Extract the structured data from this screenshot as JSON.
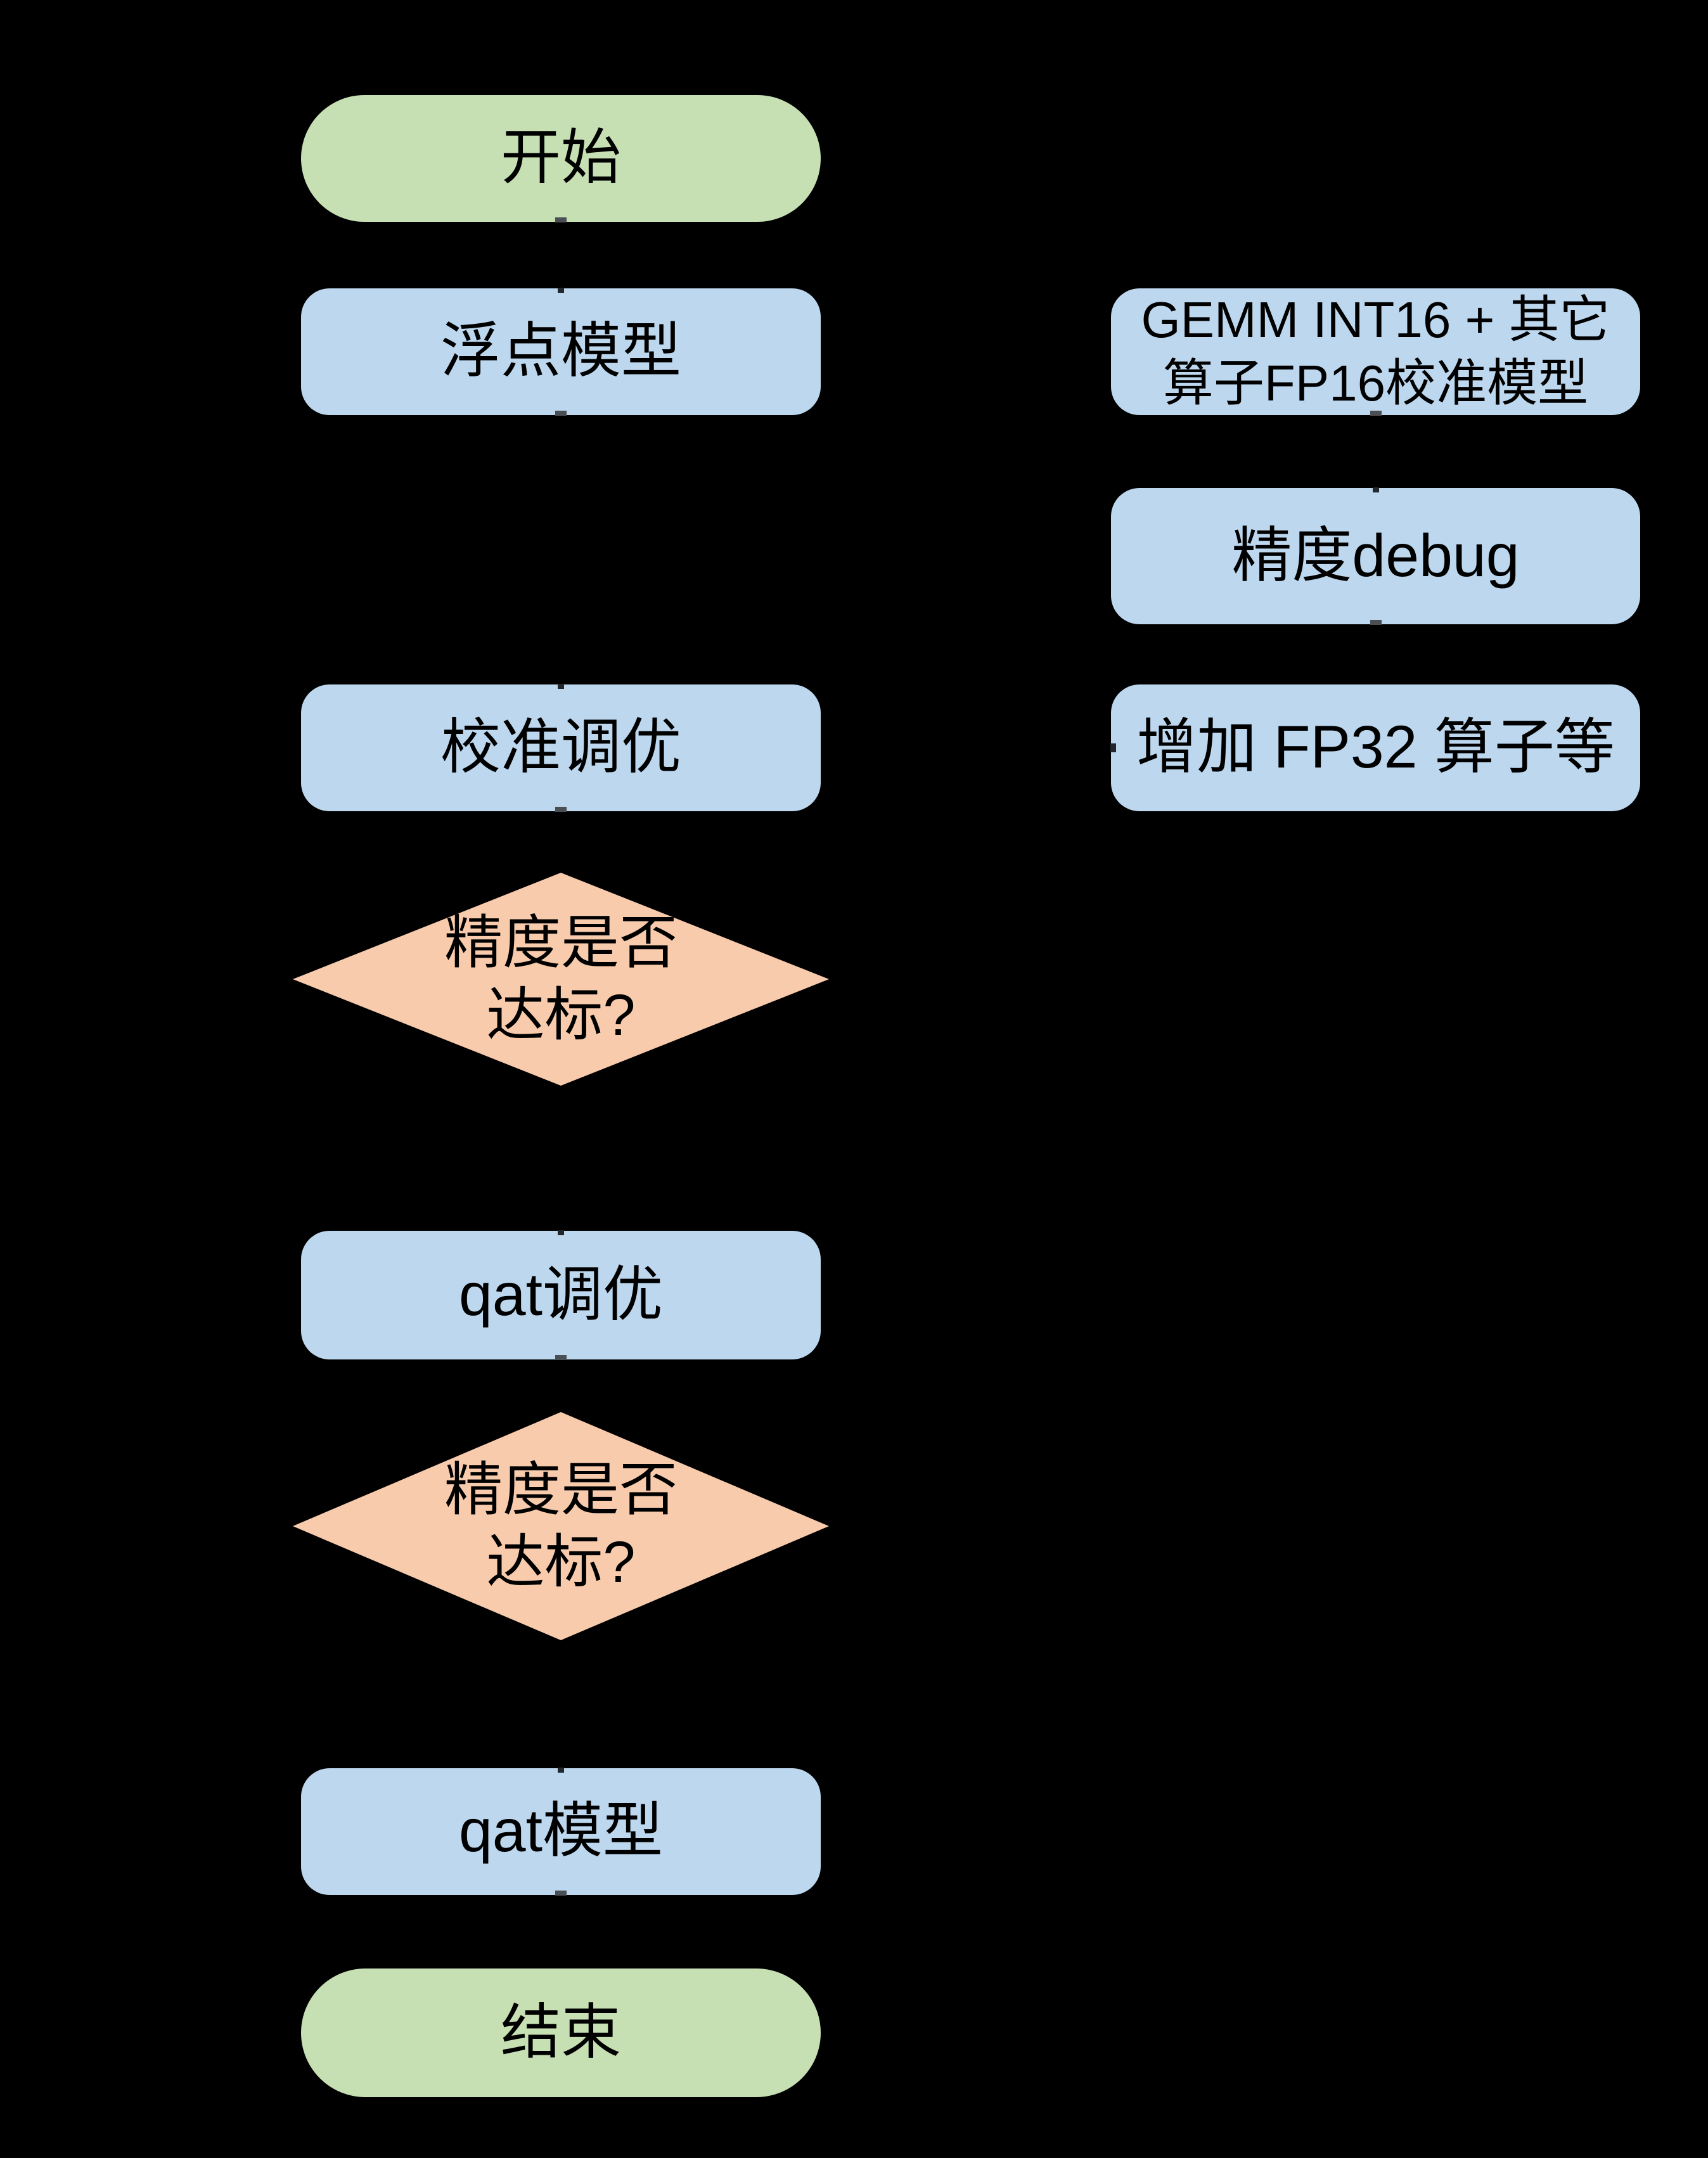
{
  "diagram": {
    "background_color": "#000000",
    "text_color": "#000000",
    "node_colors": {
      "terminator": "#C6E0B4",
      "process": "#BDD7EE",
      "decision": "#F8CBAD"
    },
    "connector_color": "#000000",
    "nodes": {
      "start": {
        "type": "terminator",
        "label": "开始"
      },
      "float_model": {
        "type": "process",
        "label": "浮点模型"
      },
      "gemm_calib_model": {
        "type": "process",
        "line1": "GEMM INT16 + 其它",
        "line2": "算子FP16校准模型"
      },
      "precision_debug": {
        "type": "process",
        "label": "精度debug"
      },
      "calibration_tuning": {
        "type": "process",
        "label": "校准调优"
      },
      "add_fp32_ops": {
        "type": "process",
        "label": "增加 FP32 算子等"
      },
      "decision_accuracy_1": {
        "type": "decision",
        "line1": "精度是否",
        "line2": "达标?"
      },
      "qat_tuning": {
        "type": "process",
        "label": "qat调优"
      },
      "decision_accuracy_2": {
        "type": "decision",
        "line1": "精度是否",
        "line2": "达标?"
      },
      "qat_model": {
        "type": "process",
        "label": "qat模型"
      },
      "end": {
        "type": "terminator",
        "label": "结束"
      }
    }
  }
}
